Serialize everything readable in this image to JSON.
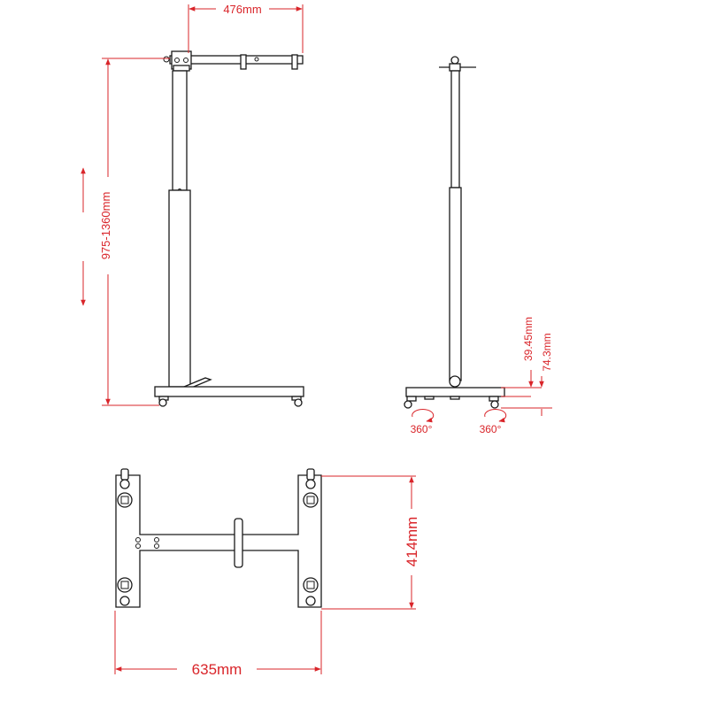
{
  "dimensions": {
    "arm_width": "476mm",
    "height_range": "975-1360mm",
    "dim_a": "39.45mm",
    "dim_b": "74.3mm",
    "rotation_left": "360°",
    "rotation_right": "360°",
    "base_depth": "414mm",
    "base_width": "635mm"
  },
  "colors": {
    "dimension": "#d9252a",
    "outline": "#1a1a1a",
    "background": "#ffffff"
  }
}
